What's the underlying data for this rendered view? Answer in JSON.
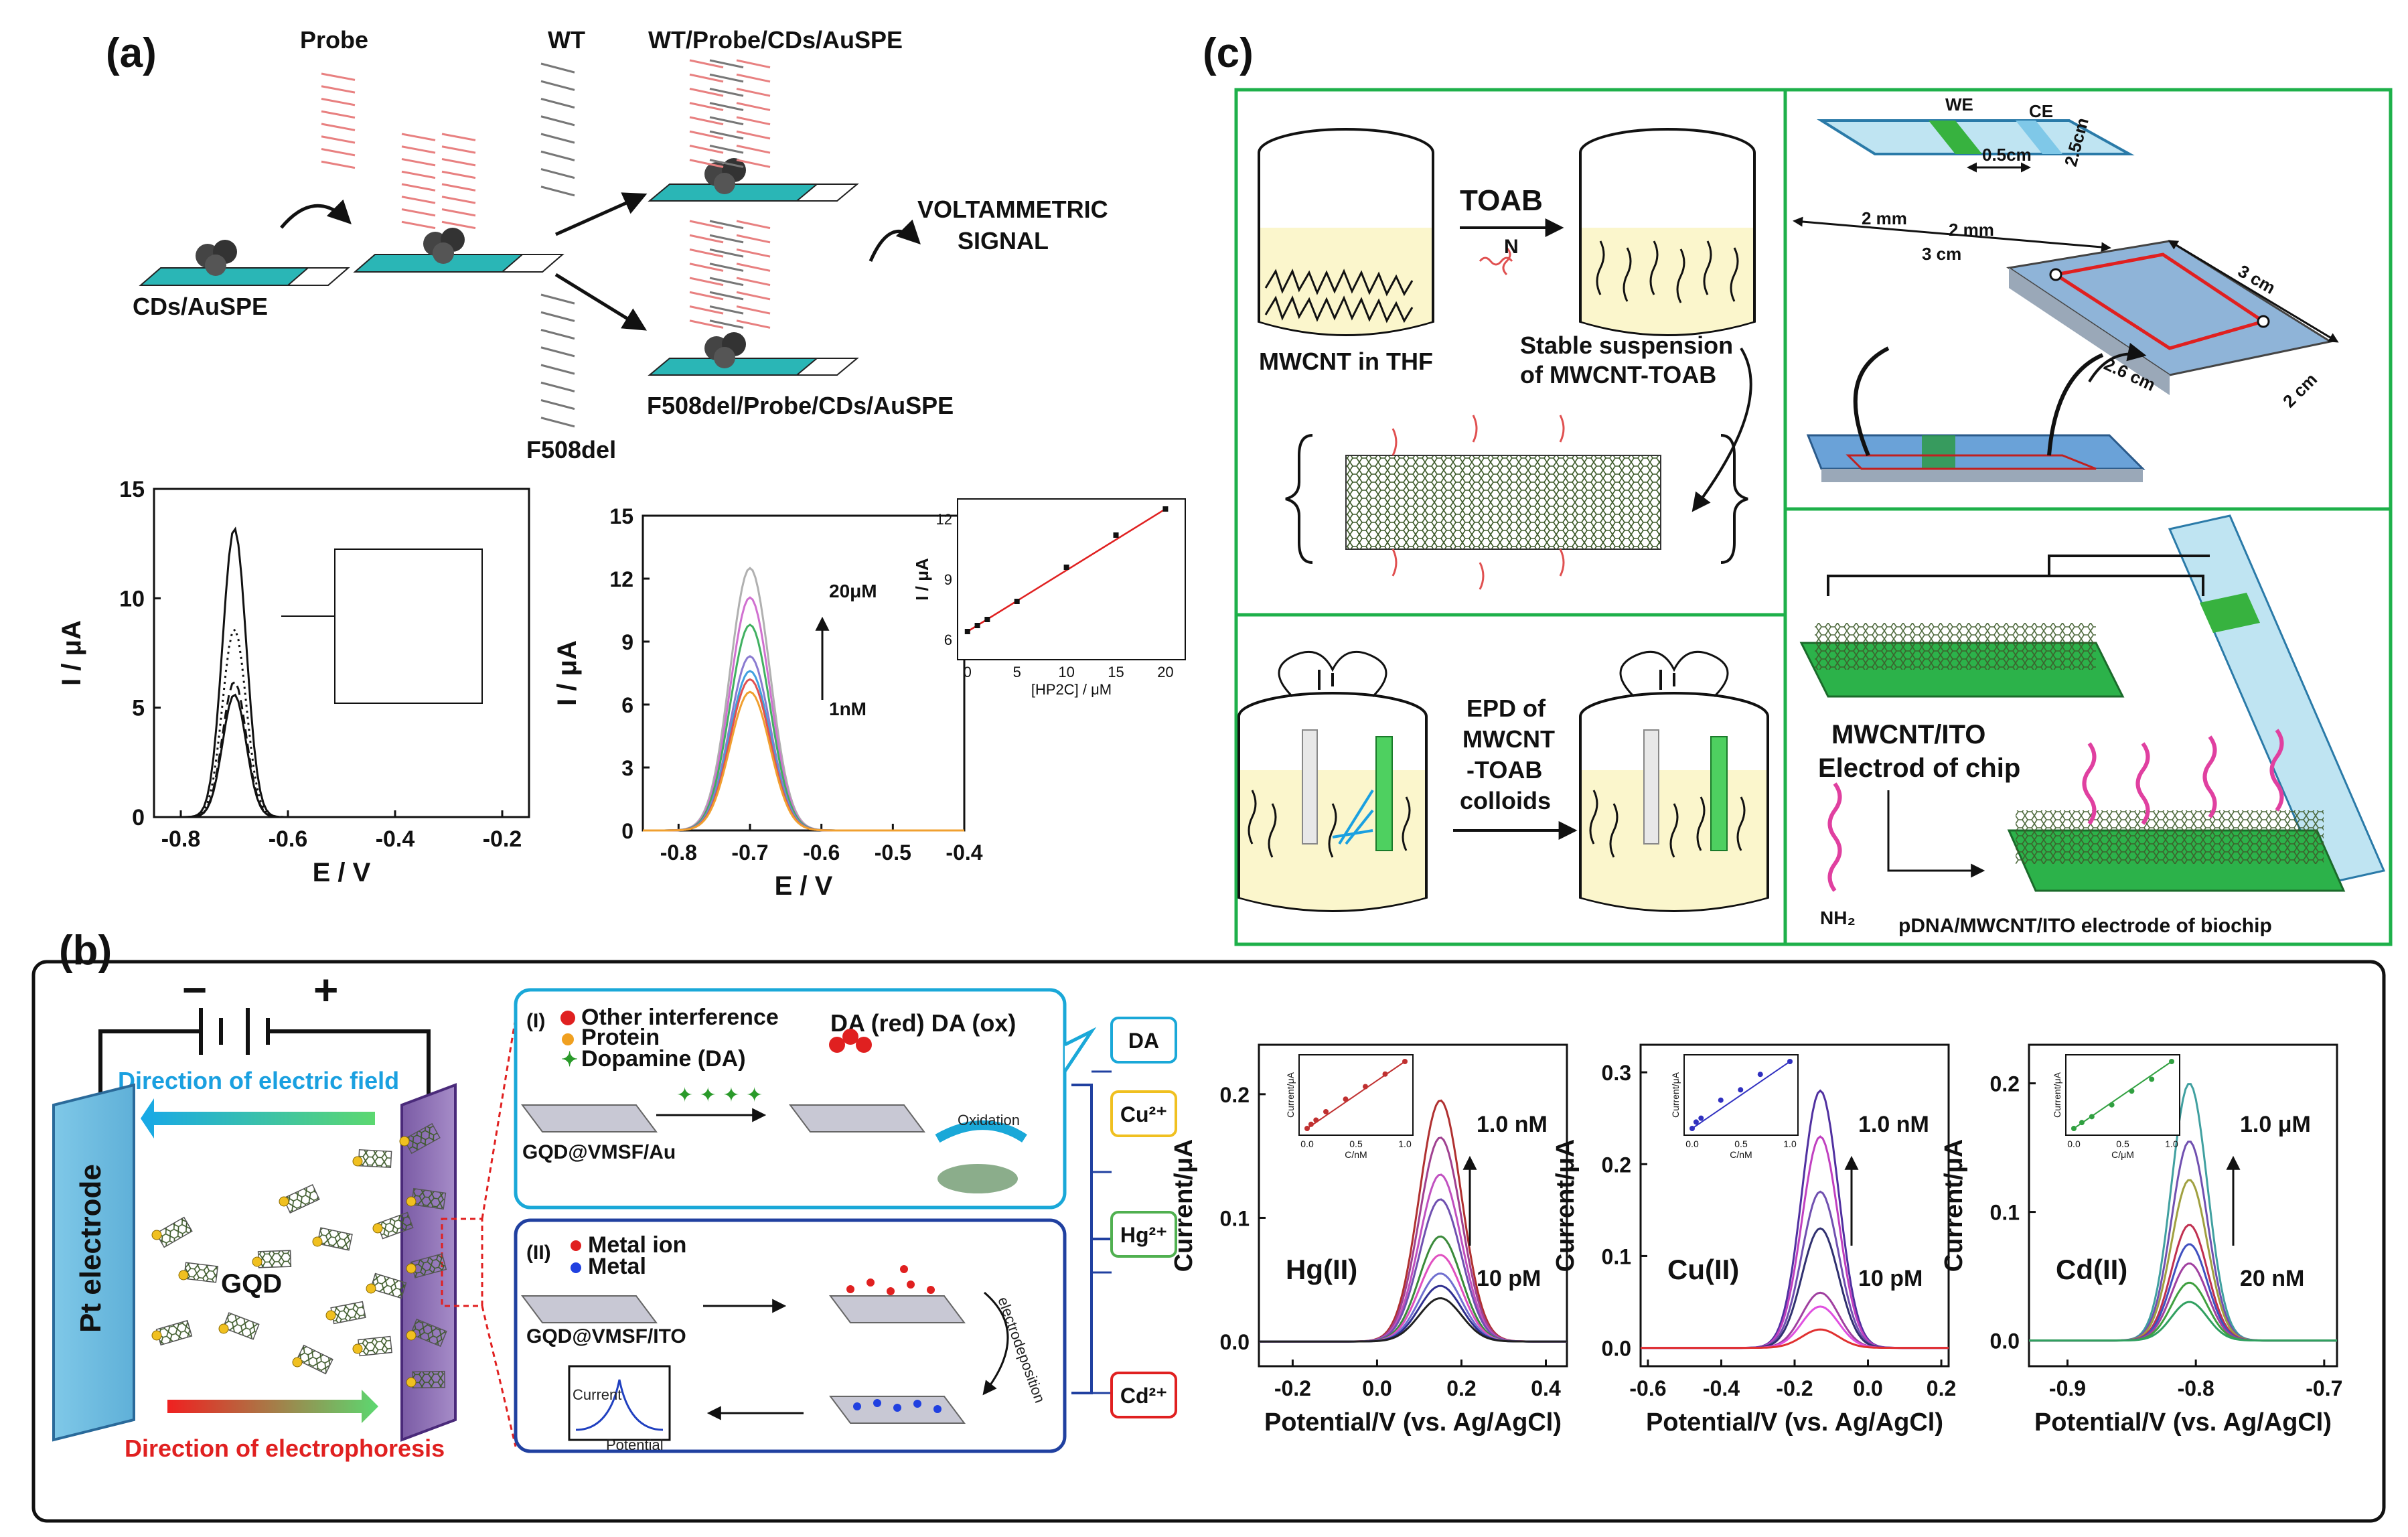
{
  "panels": {
    "a": "(a)",
    "b": "(b)",
    "c": "(c)"
  },
  "panel_a": {
    "labels": {
      "probe": "Probe",
      "wt": "WT",
      "wt_complex": "WT/Probe/CDs/AuSPE",
      "signal": "VOLTAMMETRIC\nSIGNAL",
      "cds": "CDs/AuSPE",
      "f508_complex": "F508del/Probe/CDs/AuSPE",
      "f508": "F508del"
    }
  },
  "panel_b": {
    "labels": {
      "pt": "Pt electrode",
      "gqd": "GQD",
      "field": "Direction of electric field",
      "electrophoresis": "Direction of electrophoresis",
      "box1_title": "(I)",
      "other": "Other interference",
      "protein": "Protein",
      "dopamine": "Dopamine (DA)",
      "da_redox": "DA (red) DA (ox)",
      "gqd_au": "GQD@VMSF/Au",
      "box2_title": "(II)",
      "metal_ion": "Metal ion",
      "metal": "Metal",
      "gqd_ito": "GQD@VMSF/ITO",
      "current": "Current",
      "potential": "Potential",
      "oxidation": "Oxidation",
      "electrodeposition": "electrodeposition"
    },
    "analytes": [
      "DA",
      "Cu²⁺",
      "Hg²⁺",
      "Cd²⁺"
    ]
  },
  "panel_c": {
    "labels": {
      "toab": "TOAB",
      "mwcnt_thf": "MWCNT in THF",
      "stable": "Stable suspension",
      "of_mwcnt": "of MWCNT-TOAB",
      "we": "WE",
      "ce": "CE",
      "dim_05": "0.5cm",
      "dim_25": "2.5cm",
      "dim_2mm_a": "2 mm",
      "dim_2mm_b": "2 mm",
      "dim_3cm_a": "3 cm",
      "dim_3cm_b": "3 cm",
      "dim_26": "2.6 cm",
      "dim_2cm": "2 cm",
      "epd1": "EPD of",
      "epd2": "MWCNT",
      "epd3": "-TOAB",
      "epd4": "colloids",
      "ito1": "MWCNT/ITO",
      "ito2": "Electrod of chip",
      "nh2": "NH₂",
      "biochip": "pDNA/MWCNT/ITO electrode of biochip"
    }
  },
  "chart_data": [
    {
      "type": "line",
      "panel": "a-left",
      "xlabel": "E / V",
      "ylabel": "I / μA",
      "xlim": [
        -0.85,
        -0.15
      ],
      "ylim": [
        0,
        15
      ],
      "xticks": [
        "-0.8",
        "-0.6",
        "-0.4",
        "-0.2"
      ],
      "yticks": [
        "0",
        "5",
        "10",
        "15"
      ],
      "series": [
        {
          "peak_x": -0.7,
          "peak_y": 13.2,
          "style": "solid"
        },
        {
          "peak_x": -0.7,
          "peak_y": 8.6,
          "style": "dotted"
        },
        {
          "peak_x": -0.7,
          "peak_y": 6.2,
          "style": "dashed"
        },
        {
          "peak_x": -0.7,
          "peak_y": 5.6,
          "style": "solid"
        }
      ]
    },
    {
      "type": "line",
      "panel": "a-middle",
      "xlabel": "E / V",
      "ylabel": "I / μA",
      "xlim": [
        -0.85,
        -0.4
      ],
      "ylim": [
        0,
        15
      ],
      "xticks": [
        "-0.8",
        "-0.7",
        "-0.6",
        "-0.5",
        "-0.4"
      ],
      "yticks": [
        "0",
        "3",
        "6",
        "9",
        "12",
        "15"
      ],
      "annotations": [
        "20μM",
        "1nM"
      ],
      "series": [
        {
          "peak_x": -0.7,
          "peak_y": 12.5,
          "color": "#b0b0b0"
        },
        {
          "peak_x": -0.7,
          "peak_y": 11.1,
          "color": "#d070d0"
        },
        {
          "peak_x": -0.7,
          "peak_y": 9.8,
          "color": "#40b060"
        },
        {
          "peak_x": -0.7,
          "peak_y": 8.3,
          "color": "#8a7ad0"
        },
        {
          "peak_x": -0.7,
          "peak_y": 7.6,
          "color": "#40a0e0"
        },
        {
          "peak_x": -0.7,
          "peak_y": 7.2,
          "color": "#e05050"
        },
        {
          "peak_x": -0.7,
          "peak_y": 6.6,
          "color": "#f0a030"
        }
      ],
      "inset": {
        "xlabel": "[HP2C] / μM",
        "ylabel": "I / μA",
        "xlim": [
          -1,
          22
        ],
        "ylim": [
          5,
          13
        ],
        "xticks": [
          "0",
          "5",
          "10",
          "15",
          "20"
        ],
        "yticks": [
          "6",
          "9",
          "12"
        ],
        "x": [
          0,
          1,
          2,
          5,
          10,
          15,
          20
        ],
        "y": [
          6.4,
          6.7,
          7.0,
          7.9,
          9.6,
          11.2,
          12.5
        ]
      }
    },
    {
      "type": "line",
      "panel": "b-Hg",
      "title": "Hg(II)",
      "xlabel": "Potential/V (vs. Ag/AgCl)",
      "ylabel": "Current/μA",
      "xlim": [
        -0.28,
        0.45
      ],
      "ylim": [
        -0.02,
        0.24
      ],
      "xticks": [
        "-0.2",
        "0.0",
        "0.2",
        "0.4"
      ],
      "yticks": [
        "0.0",
        "0.1",
        "0.2"
      ],
      "annotations": [
        "1.0 nM",
        "10 pM"
      ],
      "peak_x": 0.15,
      "peaks": [
        0.195,
        0.165,
        0.135,
        0.115,
        0.085,
        0.07,
        0.055,
        0.045,
        0.035
      ],
      "colors": [
        "#b03030",
        "#a04090",
        "#c050c0",
        "#7050b0",
        "#3a8a3a",
        "#e050c0",
        "#7070d0",
        "#303090",
        "#202020"
      ],
      "inset": {
        "xlabel": "C/nM",
        "ylabel": "Current/μA",
        "xticks": [
          "0.0",
          "0.5",
          "1.0"
        ],
        "x": [
          0.01,
          0.05,
          0.1,
          0.2,
          0.4,
          0.6,
          0.8,
          1.0
        ],
        "y": [
          0.04,
          0.05,
          0.06,
          0.08,
          0.11,
          0.14,
          0.17,
          0.2
        ],
        "color": "#c03030"
      }
    },
    {
      "type": "line",
      "panel": "b-Cu",
      "title": "Cu(II)",
      "xlabel": "Potential/V (vs. Ag/AgCl)",
      "ylabel": "Current/μA",
      "xlim": [
        -0.62,
        0.22
      ],
      "ylim": [
        -0.02,
        0.33
      ],
      "xticks": [
        "-0.6",
        "-0.4",
        "-0.2",
        "0.0",
        "0.2"
      ],
      "yticks": [
        "0.0",
        "0.1",
        "0.2",
        "0.3"
      ],
      "annotations": [
        "1.0 nM",
        "10 pM"
      ],
      "peak_x": -0.13,
      "peaks": [
        0.28,
        0.23,
        0.17,
        0.13,
        0.06,
        0.045,
        0.02
      ],
      "colors": [
        "#5030a0",
        "#c040c0",
        "#7050b0",
        "#303070",
        "#a040a0",
        "#e050e0",
        "#e03030"
      ],
      "inset": {
        "xlabel": "C/nM",
        "ylabel": "Current/μA",
        "xticks": [
          "0.0",
          "0.5",
          "1.0"
        ],
        "x": [
          0.01,
          0.05,
          0.1,
          0.3,
          0.5,
          0.7,
          1.0
        ],
        "y": [
          0.02,
          0.045,
          0.06,
          0.13,
          0.17,
          0.23,
          0.28
        ],
        "color": "#3030c0"
      }
    },
    {
      "type": "line",
      "panel": "b-Cd",
      "title": "Cd(II)",
      "xlabel": "Potential/V (vs. Ag/AgCl)",
      "ylabel": "Current/μA",
      "xlim": [
        -0.93,
        -0.69
      ],
      "ylim": [
        -0.02,
        0.23
      ],
      "xticks": [
        "-0.9",
        "-0.8",
        "-0.7"
      ],
      "yticks": [
        "0.0",
        "0.1",
        "0.2"
      ],
      "annotations": [
        "1.0 μM",
        "20 nM"
      ],
      "peak_x": -0.805,
      "peaks": [
        0.2,
        0.155,
        0.125,
        0.09,
        0.075,
        0.06,
        0.045,
        0.03
      ],
      "colors": [
        "#40a0a0",
        "#7050b0",
        "#a0a040",
        "#c03050",
        "#4050c0",
        "#a040a0",
        "#40a040",
        "#30a060"
      ],
      "inset": {
        "xlabel": "C/μM",
        "ylabel": "Current/μA",
        "xticks": [
          "0.0",
          "0.5",
          "1.0"
        ],
        "x": [
          0.02,
          0.1,
          0.2,
          0.4,
          0.6,
          0.8,
          1.0
        ],
        "y": [
          0.03,
          0.045,
          0.06,
          0.09,
          0.125,
          0.155,
          0.2
        ],
        "color": "#30a040"
      }
    }
  ]
}
